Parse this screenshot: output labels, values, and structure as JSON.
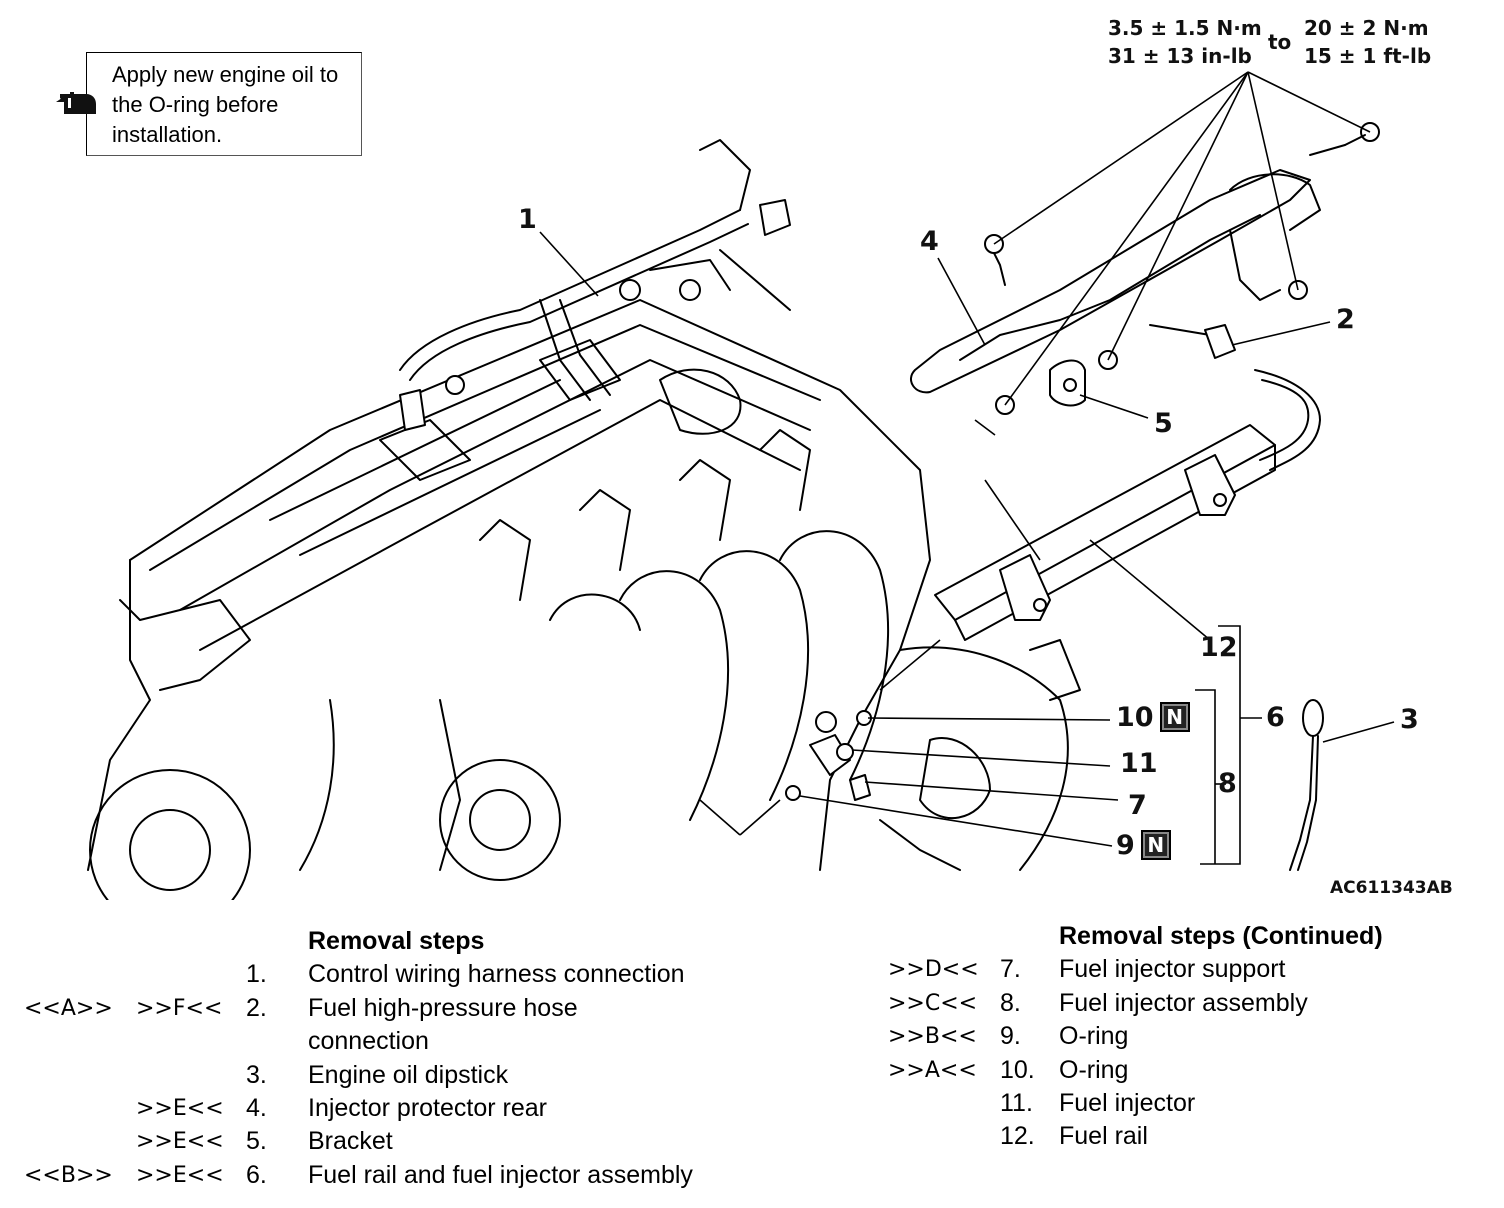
{
  "note": {
    "text": "Apply new engine oil to the O-ring before installation.",
    "icon": "oil-can-icon"
  },
  "torque": {
    "nm_low": "3.5 ± 1.5 N·m",
    "inlb_low": "31 ± 13 in-lb",
    "to": "to",
    "nm_high": "20 ± 2 N·m",
    "ftlb_high": "15 ± 1 ft-lb"
  },
  "callouts": {
    "c1": "1",
    "c2": "2",
    "c3": "3",
    "c4": "4",
    "c5": "5",
    "c6": "6",
    "c7": "7",
    "c8": "8",
    "c9": "9",
    "c10": "10",
    "c11": "11",
    "c12": "12",
    "new_part_badge": "N"
  },
  "ref_code": "AC611343AB",
  "steps_left": {
    "title": "Removal steps",
    "rows": [
      {
        "inst": "",
        "rem": "",
        "num": "1.",
        "text": "Control wiring harness connection"
      },
      {
        "inst": "<<A>>",
        "rem": ">>F<<",
        "num": "2.",
        "text": "Fuel high-pressure hose"
      },
      {
        "inst": "",
        "rem": "",
        "num": "",
        "text": "connection"
      },
      {
        "inst": "",
        "rem": "",
        "num": "3.",
        "text": "Engine oil dipstick"
      },
      {
        "inst": "",
        "rem": ">>E<<",
        "num": "4.",
        "text": "Injector protector rear"
      },
      {
        "inst": "",
        "rem": ">>E<<",
        "num": "5.",
        "text": "Bracket"
      },
      {
        "inst": "<<B>>",
        "rem": ">>E<<",
        "num": "6.",
        "text": "Fuel rail and fuel injector assembly"
      }
    ]
  },
  "steps_right": {
    "title": "Removal steps (Continued)",
    "rows": [
      {
        "rem": ">>D<<",
        "num": "7.",
        "text": "Fuel injector support"
      },
      {
        "rem": ">>C<<",
        "num": "8.",
        "text": "Fuel injector assembly"
      },
      {
        "rem": ">>B<<",
        "num": "9.",
        "text": "O-ring"
      },
      {
        "rem": ">>A<<",
        "num": "10.",
        "text": "O-ring"
      },
      {
        "rem": "",
        "num": "11.",
        "text": "Fuel injector"
      },
      {
        "rem": "",
        "num": "12.",
        "text": "Fuel rail"
      }
    ]
  }
}
